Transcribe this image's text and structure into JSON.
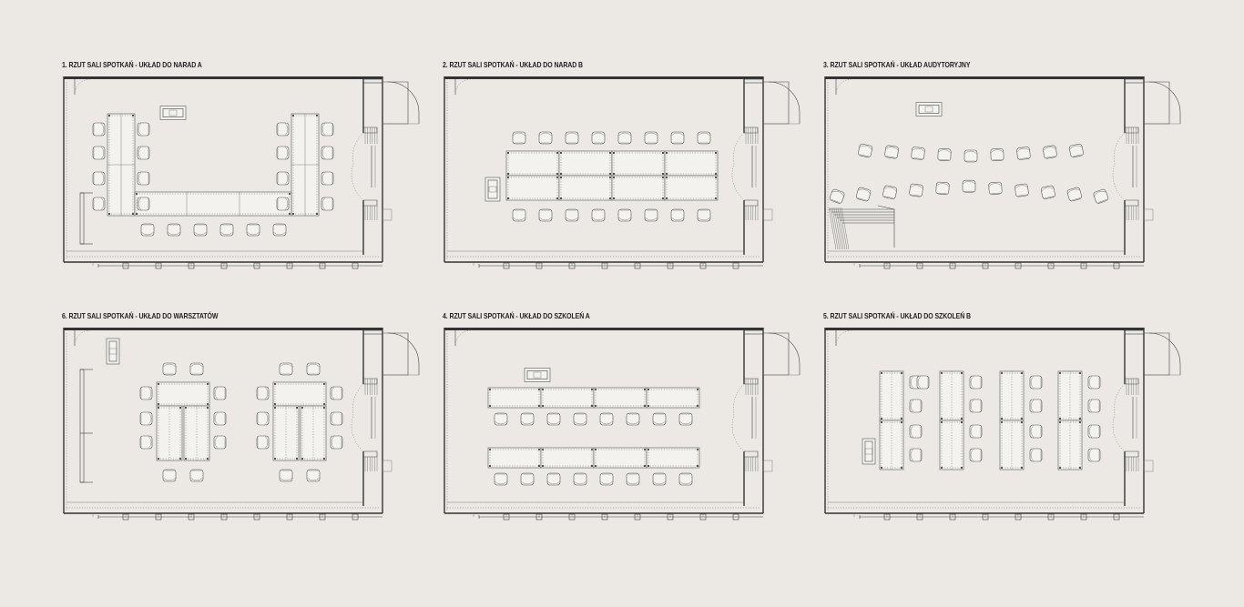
{
  "plans": [
    {
      "id": "p1",
      "title": "1. RZUT SALI SPOTKAŃ - UKŁAD DO NARAD A"
    },
    {
      "id": "p2",
      "title": "2. RZUT SALI SPOTKAŃ - UKŁAD DO NARAD B"
    },
    {
      "id": "p3",
      "title": "3. RZUT SALI SPOTKAŃ - UKŁAD AUDYTORYJNY"
    },
    {
      "id": "p6",
      "title": "6. RZUT SALI SPOTKAŃ - UKŁAD DO WARSZTATÓW"
    },
    {
      "id": "p4",
      "title": "4. RZUT SALI SPOTKAŃ - UKŁAD DO SZKOLEŃ A"
    },
    {
      "id": "p5",
      "title": "5. RZUT SALI SPOTKAŃ - UKŁAD DO SZKOLEŃ B"
    }
  ],
  "colors": {
    "background": "#ece9e4",
    "line": "#333333",
    "furniture_fill": "#f4f2ee"
  }
}
